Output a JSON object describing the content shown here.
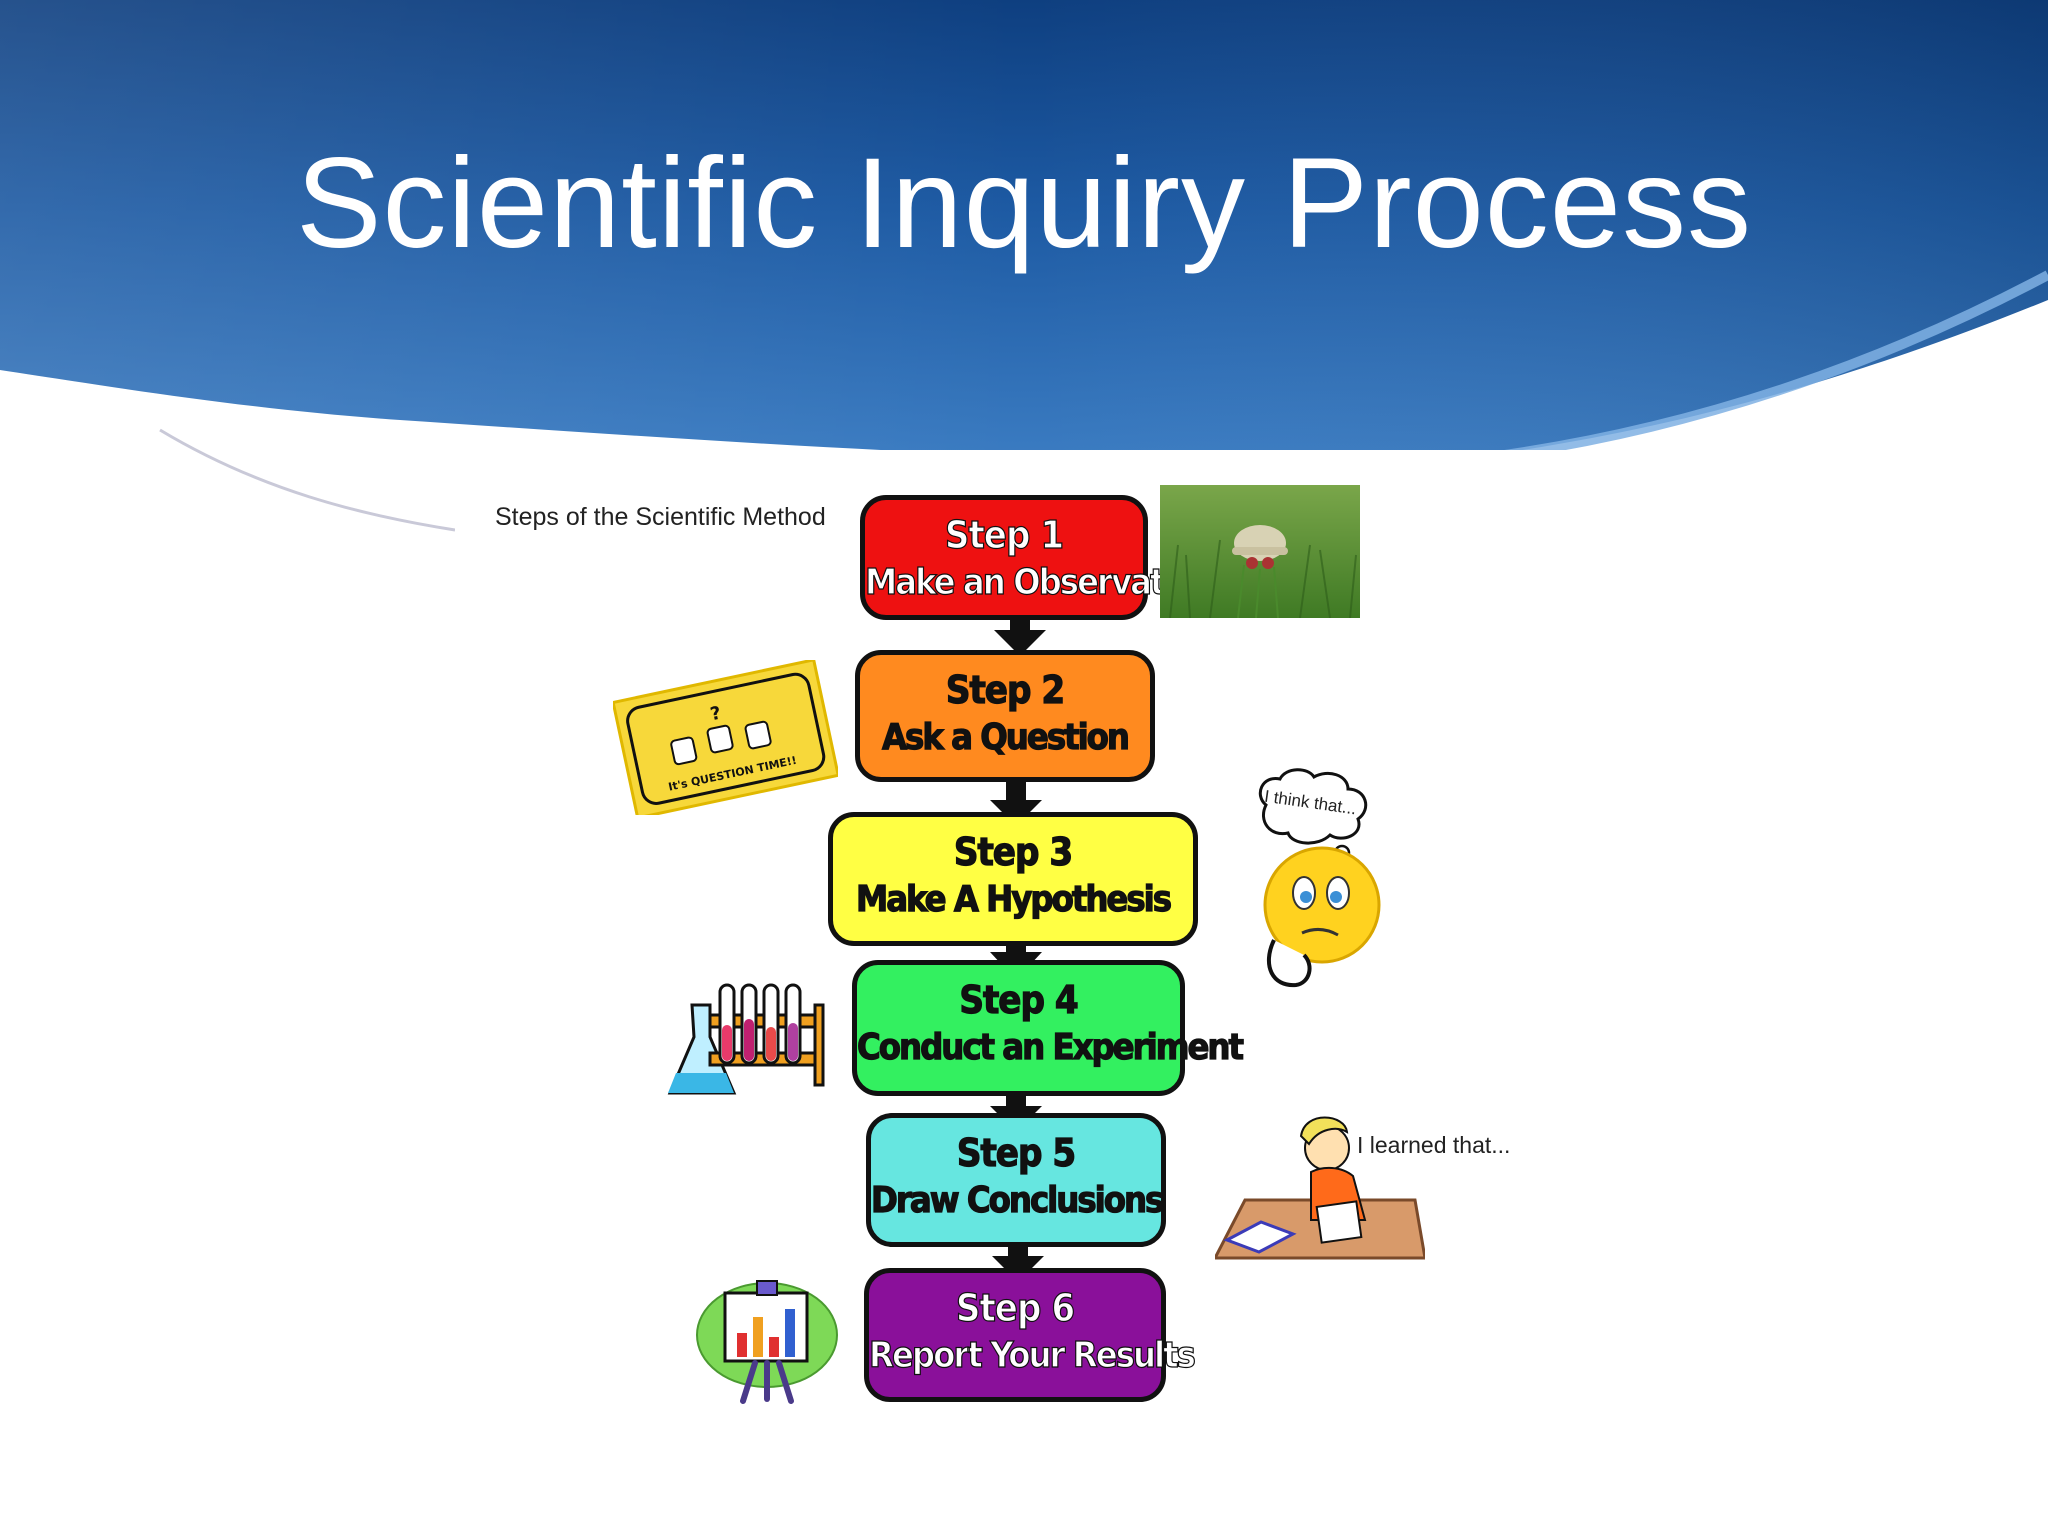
{
  "slide": {
    "title": "Scientific Inquiry Process"
  },
  "figure": {
    "caption": "Steps of the Scientific Method",
    "steps": [
      {
        "label": "Step 1",
        "text": "Make an Observation",
        "fill": "#ee1111",
        "text_color": "#ffffff"
      },
      {
        "label": "Step 2",
        "text": "Ask a Question",
        "fill": "#ff8a1f",
        "text_color": "#111111"
      },
      {
        "label": "Step 3",
        "text": "Make A Hypothesis",
        "fill": "#ffff44",
        "text_color": "#111111"
      },
      {
        "label": "Step 4",
        "text": "Conduct an Experiment",
        "fill": "#33f060",
        "text_color": "#111111"
      },
      {
        "label": "Step 5",
        "text": "Draw Conclusions",
        "fill": "#66e6e0",
        "text_color": "#111111"
      },
      {
        "label": "Step 6",
        "text": "Report Your Results",
        "fill": "#8a109a",
        "text_color": "#ffffff"
      }
    ],
    "question_card_text": "It's QUESTION TIME!!",
    "thought_text": "I think that...",
    "learned_text": "I learned that..."
  },
  "colors": {
    "header_dark": "#0d3f80",
    "header_mid": "#1e5aa3",
    "header_light": "#3a7cc4"
  }
}
